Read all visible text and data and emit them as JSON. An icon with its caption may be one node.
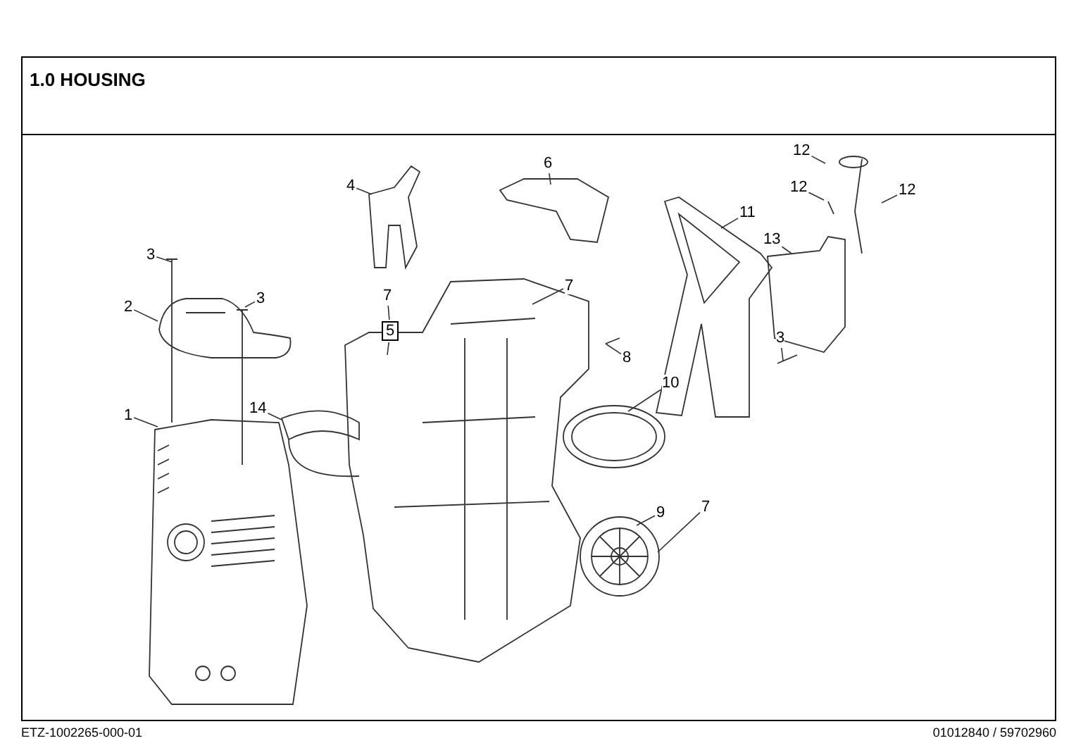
{
  "diagram": {
    "title": "1.0 HOUSING",
    "nodes": [
      {
        "text": [
          "3"
        ]
      },
      {
        "text": [
          "2"
        ]
      },
      {
        "text": [
          "3"
        ]
      },
      {
        "text": [
          "4"
        ]
      },
      {
        "text": [
          "6"
        ]
      },
      {
        "text": [
          "7"
        ]
      },
      {
        "text": [
          "5"
        ]
      },
      {
        "text": [
          "7"
        ]
      },
      {
        "text": [
          "1"
        ]
      },
      {
        "text": [
          "14"
        ]
      },
      {
        "text": [
          "8"
        ]
      },
      {
        "text": [
          "10"
        ]
      },
      {
        "text": [
          "11"
        ]
      },
      {
        "text": [
          "12"
        ]
      },
      {
        "text": [
          "12"
        ]
      },
      {
        "text": [
          "12"
        ]
      },
      {
        "text": [
          "13"
        ]
      },
      {
        "text": [
          "3"
        ]
      },
      {
        "text": [
          "7"
        ]
      },
      {
        "text": [
          "9"
        ]
      }
    ],
    "edges": [
      {
        "from": 0,
        "to": null,
        "arrow": "none"
      },
      {
        "from": 1,
        "to": null,
        "arrow": "none"
      },
      {
        "from": 2,
        "to": null,
        "arrow": "none"
      },
      {
        "from": 3,
        "to": null,
        "arrow": "none"
      },
      {
        "from": 4,
        "to": null,
        "arrow": "none"
      },
      {
        "from": 5,
        "to": 6,
        "arrow": "none"
      },
      {
        "from": 6,
        "to": null,
        "arrow": "none"
      },
      {
        "from": 7,
        "to": null,
        "arrow": "none"
      },
      {
        "from": 8,
        "to": null,
        "arrow": "none"
      },
      {
        "from": 9,
        "to": null,
        "arrow": "none"
      },
      {
        "from": 10,
        "to": null,
        "arrow": "none"
      },
      {
        "from": 11,
        "to": null,
        "arrow": "none"
      },
      {
        "from": 12,
        "to": null,
        "arrow": "none"
      },
      {
        "from": 13,
        "to": null,
        "arrow": "none"
      },
      {
        "from": 14,
        "to": null,
        "arrow": "none"
      },
      {
        "from": 15,
        "to": null,
        "arrow": "none"
      },
      {
        "from": 16,
        "to": null,
        "arrow": "none"
      },
      {
        "from": 17,
        "to": null,
        "arrow": "none"
      },
      {
        "from": 18,
        "to": null,
        "arrow": "none"
      },
      {
        "from": 19,
        "to": null,
        "arrow": "none"
      }
    ],
    "labels": [
      "ETZ-1002265-000-01",
      "01012840 / 59702960"
    ]
  }
}
